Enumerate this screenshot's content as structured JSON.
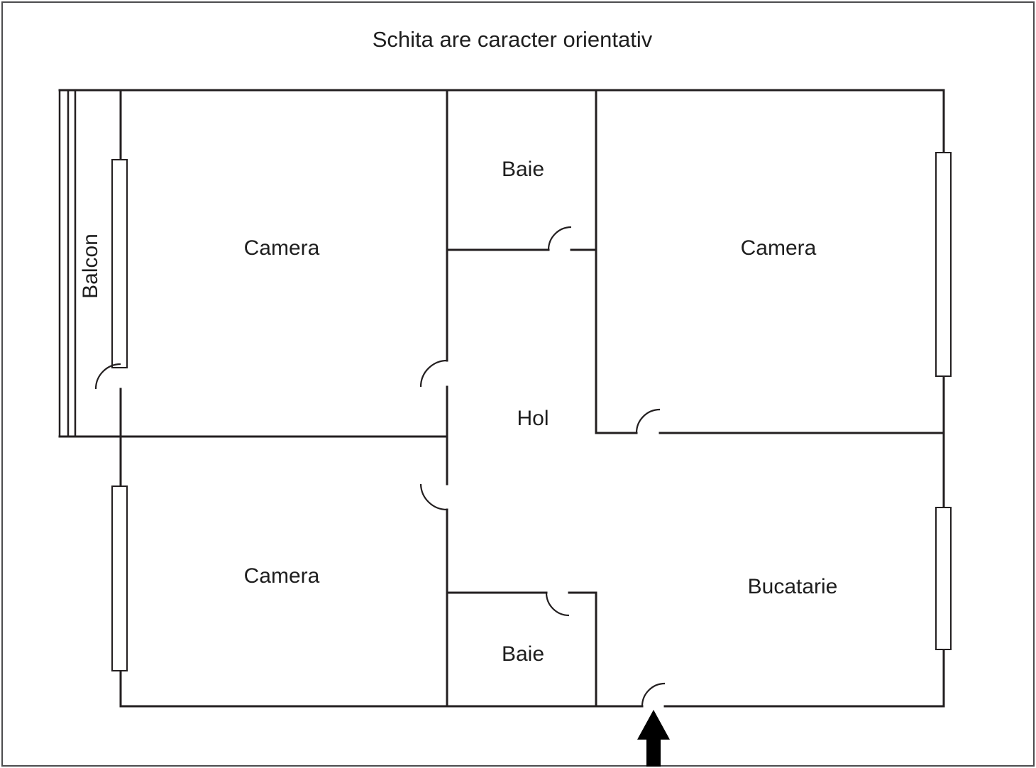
{
  "title": "Schita are caracter orientativ",
  "rooms": {
    "balcon": "Balcon",
    "camera_top_left": "Camera",
    "baie_top": "Baie",
    "camera_top_right": "Camera",
    "hol": "Hol",
    "camera_bottom_left": "Camera",
    "baie_bottom": "Baie",
    "bucatarie": "Bucatarie"
  },
  "colors": {
    "wall": "#231f20",
    "door_arc": "#231f20",
    "window": "#231f20",
    "text": "#1e1e1e",
    "border": "#4d4d4f",
    "arrow": "#000000",
    "background": "#ffffff"
  }
}
